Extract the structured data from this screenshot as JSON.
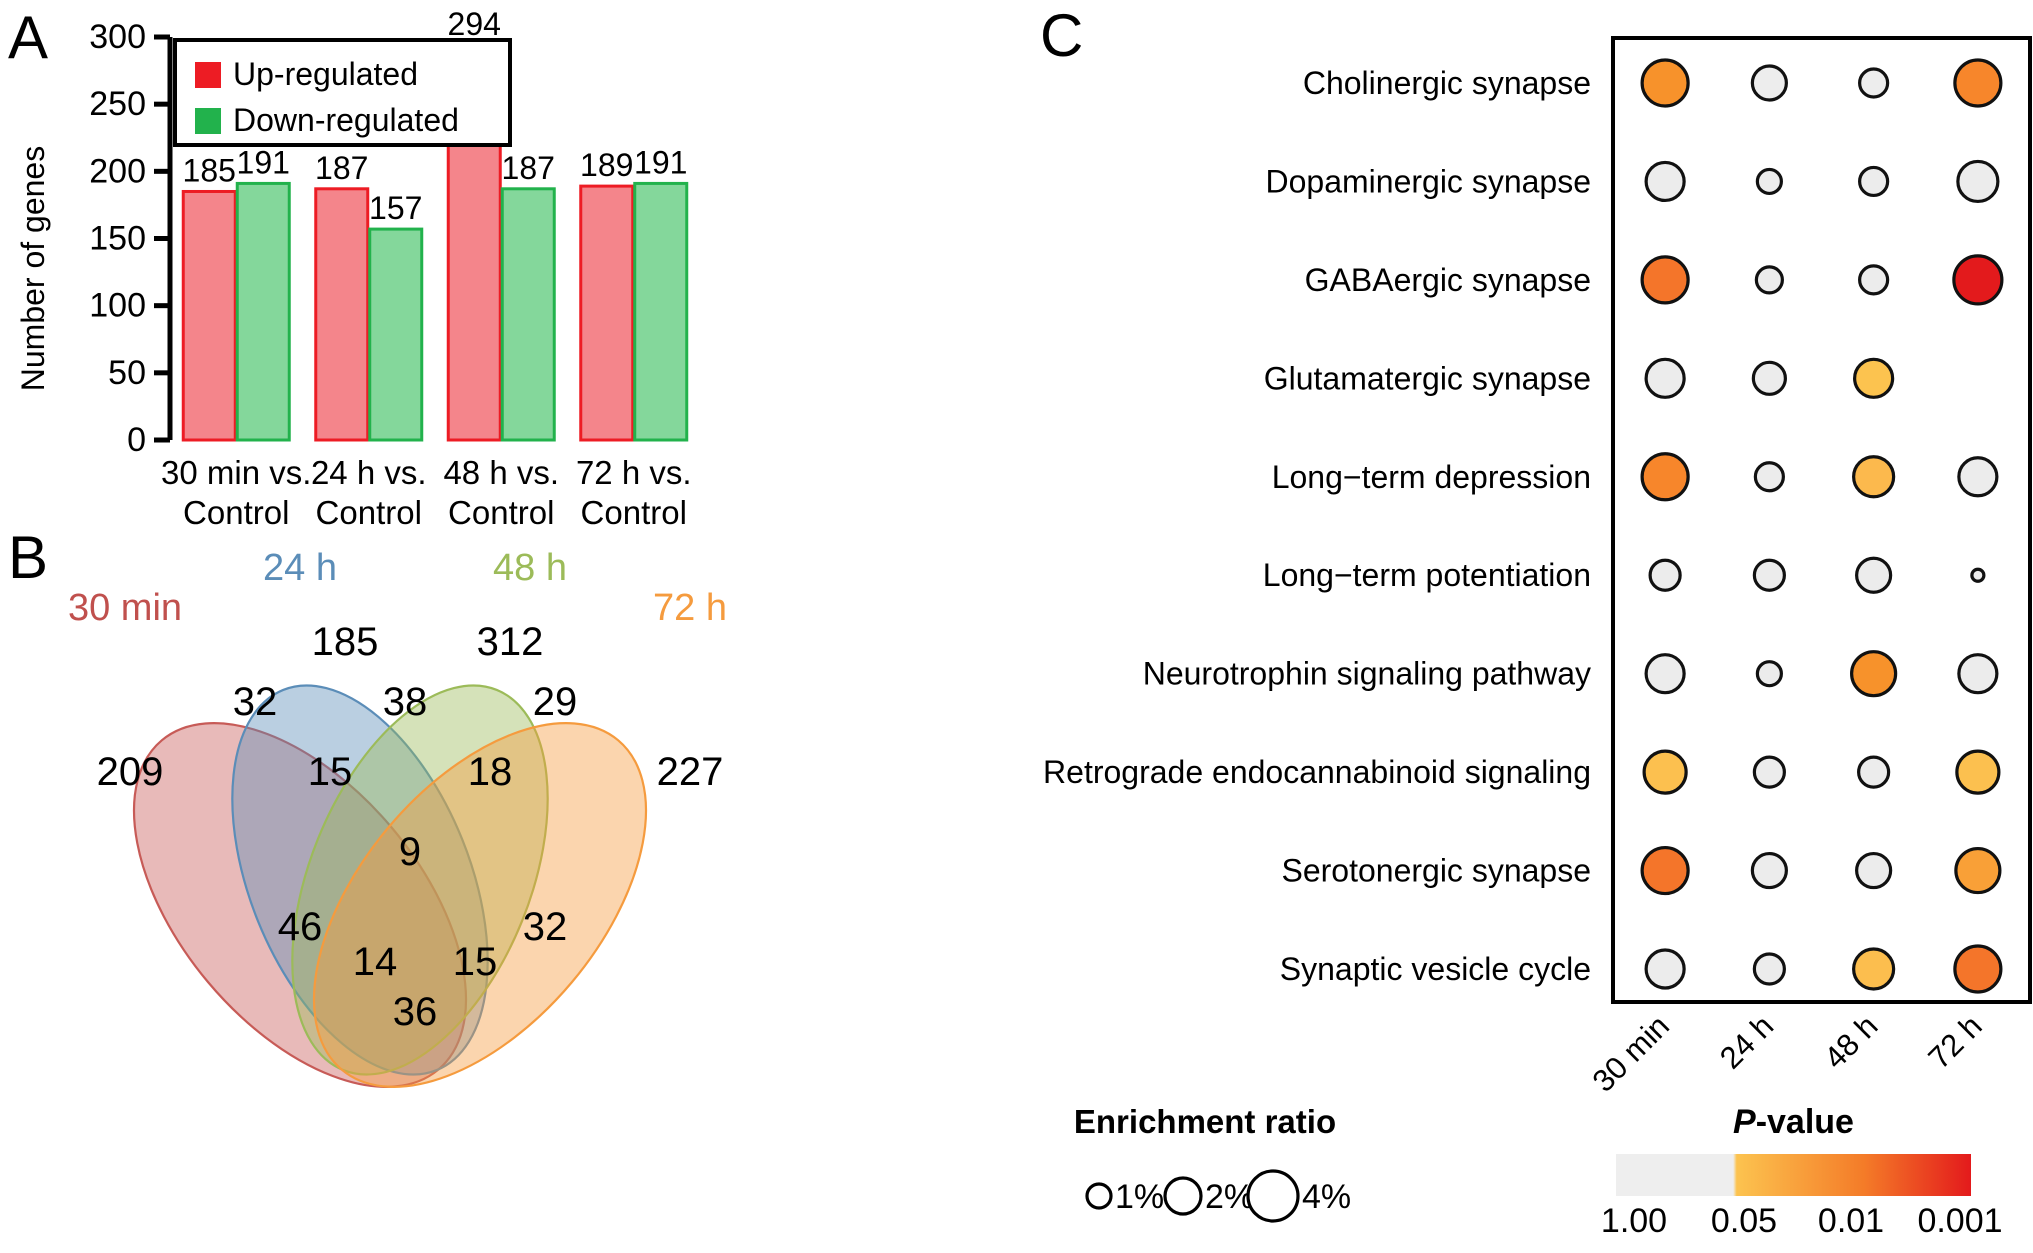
{
  "figure": {
    "panels": [
      {
        "id": "A",
        "letter": "A"
      },
      {
        "id": "B",
        "letter": "B"
      },
      {
        "id": "C",
        "letter": "C"
      }
    ]
  },
  "panelA": {
    "letter": "A",
    "ylabel": "Number of genes",
    "legend": [
      {
        "label": "Up-regulated",
        "color": "#ED1C24"
      },
      {
        "label": "Down-regulated",
        "color": "#22B24C"
      }
    ],
    "chart_data": {
      "type": "bar",
      "title": "",
      "xlabel": "",
      "ylabel": "Number of genes",
      "ylim": [
        0,
        300
      ],
      "yticks": [
        0,
        50,
        100,
        150,
        200,
        250,
        300
      ],
      "ytick_labels": [
        "0",
        "50",
        "100",
        "150",
        "200",
        "250",
        "300"
      ],
      "grid": false,
      "legend_position": "top-left",
      "categories": [
        "30 min vs.\nControl",
        "24 h vs.\nControl",
        "48 h vs.\nControl",
        "72 h vs.\nControl"
      ],
      "category_lines": [
        [
          "30 min vs.",
          "Control"
        ],
        [
          "24 h vs.",
          "Control"
        ],
        [
          "48 h vs.",
          "Control"
        ],
        [
          "72 h vs.",
          "Control"
        ]
      ],
      "series": [
        {
          "name": "Up-regulated",
          "color": "#F4858B",
          "edge": "#ED1C24",
          "values": [
            185,
            187,
            294,
            189
          ]
        },
        {
          "name": "Down-regulated",
          "color": "#84D79B",
          "edge": "#22B24C",
          "values": [
            191,
            157,
            187,
            191
          ]
        }
      ],
      "bar_labels": [
        [
          "185",
          "191"
        ],
        [
          "187",
          "157"
        ],
        [
          "294",
          "187"
        ],
        [
          "189",
          "191"
        ]
      ]
    }
  },
  "panelB": {
    "letter": "B",
    "chart_data": {
      "type": "venn",
      "title": "",
      "set_labels": [
        {
          "name": "30 min",
          "color": "#C0504D"
        },
        {
          "name": "24 h",
          "color": "#5B8DB8"
        },
        {
          "name": "48 h",
          "color": "#9CBB59"
        },
        {
          "name": "72 h",
          "color": "#F59B3E"
        }
      ],
      "regions": [
        {
          "sets": [
            "30 min"
          ],
          "value": 209
        },
        {
          "sets": [
            "24 h"
          ],
          "value": 185
        },
        {
          "sets": [
            "48 h"
          ],
          "value": 312
        },
        {
          "sets": [
            "72 h"
          ],
          "value": 227
        },
        {
          "sets": [
            "30 min",
            "24 h"
          ],
          "value": 32
        },
        {
          "sets": [
            "24 h",
            "48 h"
          ],
          "value": 38
        },
        {
          "sets": [
            "48 h",
            "72 h"
          ],
          "value": 29
        },
        {
          "sets": [
            "30 min",
            "24 h",
            "48 h"
          ],
          "value": 15
        },
        {
          "sets": [
            "24 h",
            "48 h",
            "72 h"
          ],
          "value": 18
        },
        {
          "sets": [
            "30 min",
            "24 h",
            "48 h",
            "72 h"
          ],
          "value": 9
        },
        {
          "sets": [
            "30 min",
            "48 h"
          ],
          "value": 46
        },
        {
          "sets": [
            "24 h",
            "72 h"
          ],
          "value": 32
        },
        {
          "sets": [
            "30 min",
            "48 h",
            "72 h"
          ],
          "value": 14
        },
        {
          "sets": [
            "30 min",
            "24 h",
            "72 h"
          ],
          "value": 15
        },
        {
          "sets": [
            "30 min",
            "72 h"
          ],
          "value": 36
        }
      ],
      "counts": [
        "209",
        "185",
        "312",
        "227",
        "32",
        "38",
        "29",
        "15",
        "18",
        "9",
        "46",
        "32",
        "14",
        "15",
        "36"
      ]
    }
  },
  "panelC": {
    "letter": "C",
    "chart_data": {
      "type": "heatmap",
      "title": "",
      "xlabel": "",
      "ylabel": "",
      "grid": false,
      "x_categories": [
        "30 min",
        "24 h",
        "48 h",
        "72 h"
      ],
      "y_categories": [
        "Cholinergic synapse",
        "Dopaminergic synapse",
        "GABAergic synapse",
        "Glutamatergic synapse",
        "Long−term depression",
        "Long−term potentiation",
        "Neurotrophin signaling pathway",
        "Retrograde endocannabinoid signaling",
        "Serotonergic synapse",
        "Synaptic vesicle cycle"
      ],
      "points": [
        {
          "row": "Cholinergic synapse",
          "col": "30 min",
          "ratio": 2.5,
          "pvalue": 0.04,
          "color": "#F7922B",
          "radius": 23
        },
        {
          "row": "Cholinergic synapse",
          "col": "24 h",
          "ratio": 1.7,
          "pvalue": 0.9,
          "color": "#EDEDED",
          "radius": 17
        },
        {
          "row": "Cholinergic synapse",
          "col": "48 h",
          "ratio": 1.3,
          "pvalue": 0.9,
          "color": "#EDEDED",
          "radius": 14
        },
        {
          "row": "Cholinergic synapse",
          "col": "72 h",
          "ratio": 2.5,
          "pvalue": 0.04,
          "color": "#F7862B",
          "radius": 23
        },
        {
          "row": "Dopaminergic synapse",
          "col": "30 min",
          "ratio": 1.9,
          "pvalue": 0.9,
          "color": "#ECECEC",
          "radius": 19
        },
        {
          "row": "Dopaminergic synapse",
          "col": "24 h",
          "ratio": 1.0,
          "pvalue": 0.95,
          "color": "#ECECEC",
          "radius": 12
        },
        {
          "row": "Dopaminergic synapse",
          "col": "48 h",
          "ratio": 1.3,
          "pvalue": 0.9,
          "color": "#ECECEC",
          "radius": 14
        },
        {
          "row": "Dopaminergic synapse",
          "col": "72 h",
          "ratio": 2.0,
          "pvalue": 0.9,
          "color": "#ECECEC",
          "radius": 20
        },
        {
          "row": "GABAergic synapse",
          "col": "30 min",
          "ratio": 2.5,
          "pvalue": 0.02,
          "color": "#F4752A",
          "radius": 23
        },
        {
          "row": "GABAergic synapse",
          "col": "24 h",
          "ratio": 1.2,
          "pvalue": 0.9,
          "color": "#ECECEC",
          "radius": 13
        },
        {
          "row": "GABAergic synapse",
          "col": "48 h",
          "ratio": 1.3,
          "pvalue": 0.9,
          "color": "#ECECEC",
          "radius": 14
        },
        {
          "row": "GABAergic synapse",
          "col": "72 h",
          "ratio": 2.6,
          "pvalue": 0.001,
          "color": "#E31A1C",
          "radius": 24
        },
        {
          "row": "Glutamatergic synapse",
          "col": "30 min",
          "ratio": 1.9,
          "pvalue": 0.9,
          "color": "#ECECEC",
          "radius": 19
        },
        {
          "row": "Glutamatergic synapse",
          "col": "24 h",
          "ratio": 1.6,
          "pvalue": 0.9,
          "color": "#ECECEC",
          "radius": 16
        },
        {
          "row": "Glutamatergic synapse",
          "col": "48 h",
          "ratio": 1.9,
          "pvalue": 0.05,
          "color": "#FCC košile",
          "radius": 19
        },
        {
          "row": "Long−term depression",
          "col": "30 min",
          "ratio": 2.4,
          "pvalue": 0.03,
          "color": "#F7862B",
          "radius": 23
        },
        {
          "row": "Long−term depression",
          "col": "24 h",
          "ratio": 1.3,
          "pvalue": 0.9,
          "color": "#ECECEC",
          "radius": 14
        },
        {
          "row": "Long−term depression",
          "col": "48 h",
          "ratio": 2.0,
          "pvalue": 0.05,
          "color": "#FCB94D",
          "radius": 20
        },
        {
          "row": "Long−term depression",
          "col": "72 h",
          "ratio": 1.9,
          "pvalue": 0.9,
          "color": "#ECECEC",
          "radius": 19
        },
        {
          "row": "Long−term potentiation",
          "col": "30 min",
          "ratio": 1.4,
          "pvalue": 0.9,
          "color": "#ECECEC",
          "radius": 15
        },
        {
          "row": "Long−term potentiation",
          "col": "24 h",
          "ratio": 1.4,
          "pvalue": 0.9,
          "color": "#ECECEC",
          "radius": 15
        },
        {
          "row": "Long−term potentiation",
          "col": "48 h",
          "ratio": 1.6,
          "pvalue": 0.9,
          "color": "#ECECEC",
          "radius": 17
        },
        {
          "row": "Long−term potentiation",
          "col": "72 h",
          "ratio": 0.3,
          "pvalue": 0.95,
          "color": "#ECECEC",
          "radius": 6
        },
        {
          "row": "Neurotrophin signaling pathway",
          "col": "30 min",
          "ratio": 1.9,
          "pvalue": 0.9,
          "color": "#ECECEC",
          "radius": 19
        },
        {
          "row": "Neurotrophin signaling pathway",
          "col": "24 h",
          "ratio": 1.1,
          "pvalue": 0.9,
          "color": "#ECECEC",
          "radius": 12
        },
        {
          "row": "Neurotrophin signaling pathway",
          "col": "48 h",
          "ratio": 2.3,
          "pvalue": 0.04,
          "color": "#F7922B",
          "radius": 22
        },
        {
          "row": "Neurotrophin signaling pathway",
          "col": "72 h",
          "ratio": 1.9,
          "pvalue": 0.9,
          "color": "#ECECEC",
          "radius": 19
        },
        {
          "row": "Retrograde endocannabinoid signaling",
          "col": "30 min",
          "ratio": 2.1,
          "pvalue": 0.05,
          "color": "#FCC04F",
          "radius": 21
        },
        {
          "row": "Retrograde endocannabinoid signaling",
          "col": "24 h",
          "ratio": 1.4,
          "pvalue": 0.9,
          "color": "#ECECEC",
          "radius": 15
        },
        {
          "row": "Retrograde endocannabinoid signaling",
          "col": "48 h",
          "ratio": 1.4,
          "pvalue": 0.9,
          "color": "#ECECEC",
          "radius": 15
        },
        {
          "row": "Retrograde endocannabinoid signaling",
          "col": "72 h",
          "ratio": 2.1,
          "pvalue": 0.05,
          "color": "#FCC04F",
          "radius": 21
        },
        {
          "row": "Serotonergic synapse",
          "col": "30 min",
          "ratio": 2.4,
          "pvalue": 0.02,
          "color": "#F4752A",
          "radius": 23
        },
        {
          "row": "Serotonergic synapse",
          "col": "24 h",
          "ratio": 1.6,
          "pvalue": 0.9,
          "color": "#ECECEC",
          "radius": 17
        },
        {
          "row": "Serotonergic synapse",
          "col": "48 h",
          "ratio": 1.6,
          "pvalue": 0.9,
          "color": "#ECECEC",
          "radius": 17
        },
        {
          "row": "Serotonergic synapse",
          "col": "72 h",
          "ratio": 2.2,
          "pvalue": 0.04,
          "color": "#F9A037",
          "radius": 22
        },
        {
          "row": "Synaptic vesicle cycle",
          "col": "30 min",
          "ratio": 1.9,
          "pvalue": 0.9,
          "color": "#ECECEC",
          "radius": 19
        },
        {
          "row": "Synaptic vesicle cycle",
          "col": "24 h",
          "ratio": 1.4,
          "pvalue": 0.9,
          "color": "#ECECEC",
          "radius": 15
        },
        {
          "row": "Synaptic vesicle cycle",
          "col": "48 h",
          "ratio": 2.0,
          "pvalue": 0.05,
          "color": "#FCBE4E",
          "radius": 20
        },
        {
          "row": "Synaptic vesicle cycle",
          "col": "72 h",
          "ratio": 2.3,
          "pvalue": 0.03,
          "color": "#F4752A",
          "radius": 23
        }
      ]
    },
    "legend_size": {
      "title": "Enrichment ratio",
      "items": [
        {
          "label": "1%",
          "radius": 12
        },
        {
          "label": "2%",
          "radius": 18
        },
        {
          "label": "4%",
          "radius": 25
        }
      ]
    },
    "legend_color": {
      "title_italic": "P",
      "title_rest": "-value",
      "ticks": [
        "1.00",
        "0.05",
        "0.01",
        "0.001"
      ],
      "stops": [
        "#EEEEEE",
        "#EEEEEE",
        "#FCC34F",
        "#F47B28",
        "#E31A1C"
      ]
    }
  }
}
